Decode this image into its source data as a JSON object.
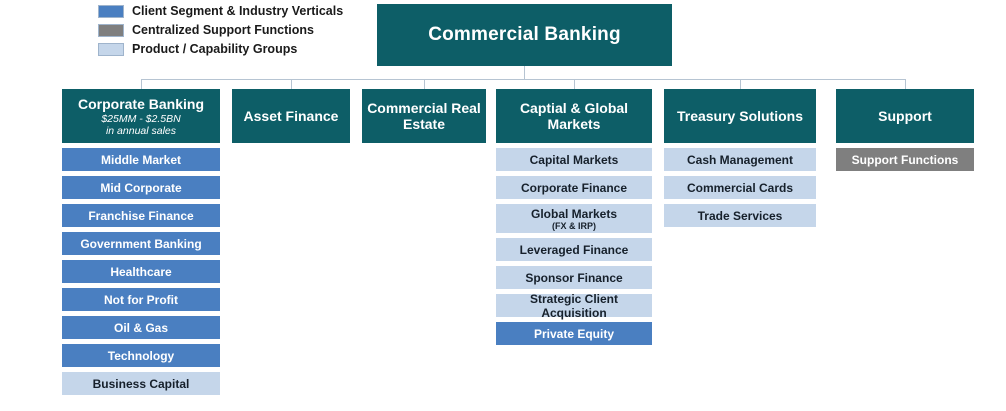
{
  "legend": {
    "items": [
      {
        "label": "Client Segment & Industry Verticals",
        "color": "#4a7fc1",
        "key": "segment"
      },
      {
        "label": "Centralized Support Functions",
        "color": "#7f7f7f",
        "key": "support"
      },
      {
        "label": "Product / Capability Groups",
        "color": "#c5d6ea",
        "key": "product"
      }
    ]
  },
  "root": {
    "title": "Commercial Banking",
    "color": "#0d5e67"
  },
  "columns": [
    {
      "title": "Corporate Banking",
      "subtitle_line1": "$25MM  -  $2.5BN",
      "subtitle_line2": "in annual sales",
      "children": [
        {
          "label": "Middle Market",
          "type": "segment"
        },
        {
          "label": "Mid Corporate",
          "type": "segment"
        },
        {
          "label": "Franchise Finance",
          "type": "segment"
        },
        {
          "label": "Government Banking",
          "type": "segment"
        },
        {
          "label": "Healthcare",
          "type": "segment"
        },
        {
          "label": "Not for Profit",
          "type": "segment"
        },
        {
          "label": "Oil & Gas",
          "type": "segment"
        },
        {
          "label": "Technology",
          "type": "segment"
        },
        {
          "label": "Business Capital",
          "type": "product"
        }
      ]
    },
    {
      "title": "Asset Finance",
      "children": []
    },
    {
      "title": "Commercial Real Estate",
      "children": []
    },
    {
      "title": "Captial & Global Markets",
      "children": [
        {
          "label": "Capital Markets",
          "type": "product"
        },
        {
          "label": "Corporate Finance",
          "type": "product"
        },
        {
          "label": "Global Markets",
          "sub": "(FX & IRP)",
          "type": "product"
        },
        {
          "label": "Leveraged Finance",
          "type": "product"
        },
        {
          "label": "Sponsor Finance",
          "type": "product"
        },
        {
          "label": "Strategic Client Acquisition",
          "type": "product"
        },
        {
          "label": "Private Equity",
          "type": "segment"
        }
      ]
    },
    {
      "title": "Treasury Solutions",
      "children": [
        {
          "label": "Cash Management",
          "type": "product"
        },
        {
          "label": "Commercial Cards",
          "type": "product"
        },
        {
          "label": "Trade Services",
          "type": "product"
        }
      ]
    },
    {
      "title": "Support",
      "children": [
        {
          "label": "Support Functions",
          "type": "support"
        }
      ]
    }
  ]
}
